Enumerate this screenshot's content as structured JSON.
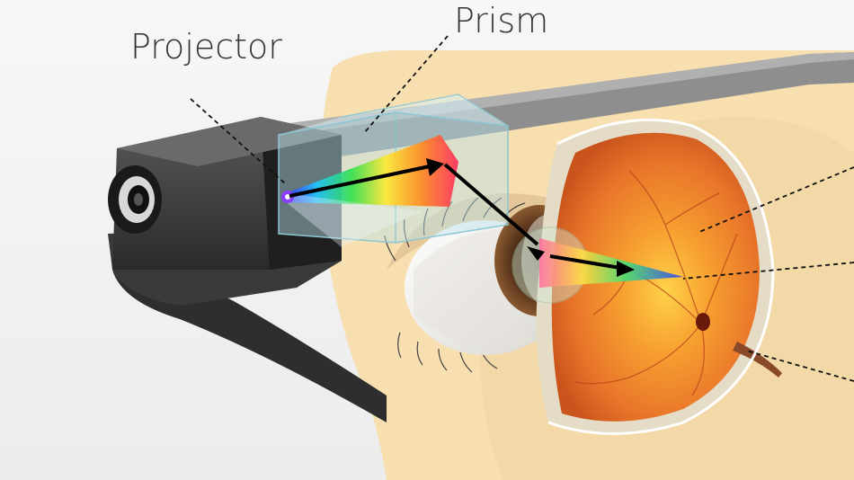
{
  "labels": {
    "projector": "Projector",
    "prism": "Prism"
  },
  "colors": {
    "background": "#f2f2f2",
    "skin": "#f7dfb0",
    "frame": "#3a3a3a",
    "prism_glass": "#b8e2ea",
    "retina": "#e8742a",
    "dashed_lines": "#111111"
  },
  "icons": [
    "projector-lens-icon",
    "light-ray-arrow",
    "eyeball",
    "retina"
  ]
}
